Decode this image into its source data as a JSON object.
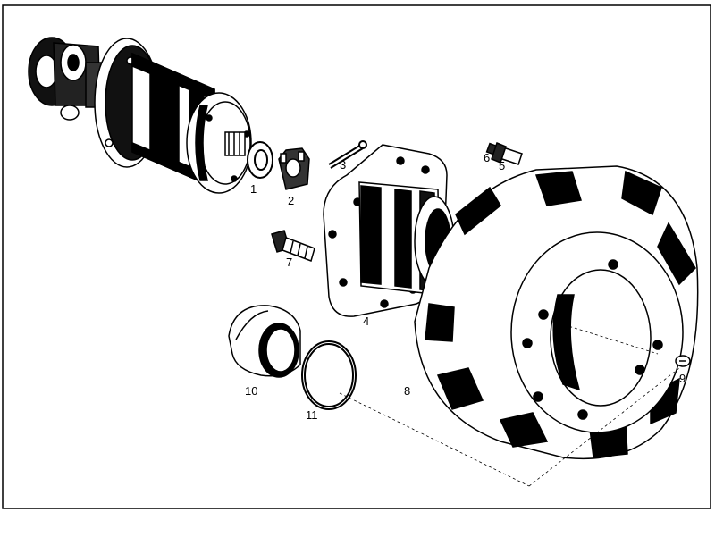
{
  "diagram": {
    "callouts": [
      {
        "id": "callout-1",
        "label": "1",
        "part": "washer"
      },
      {
        "id": "callout-2",
        "label": "2",
        "part": "castle-nut"
      },
      {
        "id": "callout-3",
        "label": "3",
        "part": "split-pin"
      },
      {
        "id": "callout-4",
        "label": "4",
        "part": "wheel-hub"
      },
      {
        "id": "callout-5",
        "label": "5",
        "part": "wheel-bolt"
      },
      {
        "id": "callout-6",
        "label": "6",
        "part": "bolt-nut"
      },
      {
        "id": "callout-7",
        "label": "7",
        "part": "hub-bolt"
      },
      {
        "id": "callout-8",
        "label": "8",
        "part": "brake-drum"
      },
      {
        "id": "callout-9",
        "label": "9",
        "part": "drum-screw"
      },
      {
        "id": "callout-10",
        "label": "10",
        "part": "hub-cap"
      },
      {
        "id": "callout-11",
        "label": "11",
        "part": "sealing-ring"
      }
    ]
  }
}
